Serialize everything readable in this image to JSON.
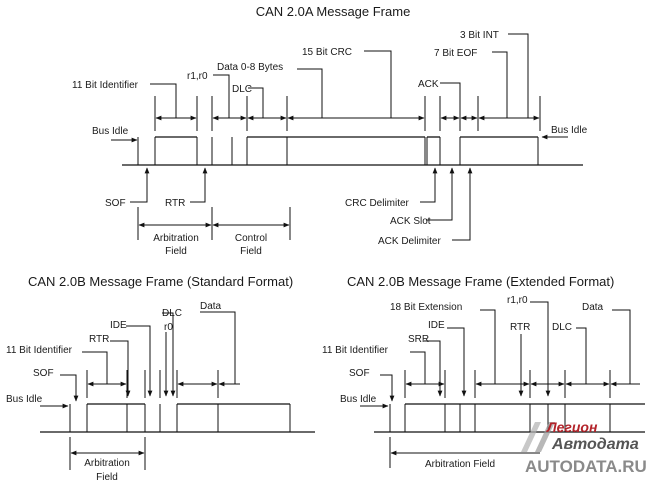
{
  "top": {
    "title": "CAN 2.0A Message Frame",
    "labels": {
      "bus_idle_left": "Bus Idle",
      "bus_idle_right": "Bus Idle",
      "identifier": "11 Bit Identifier",
      "r1r0": "r1,r0",
      "data": "Data 0-8 Bytes",
      "dlc": "DLC",
      "crc": "15 Bit CRC",
      "int": "3 Bit INT",
      "eof": "7 Bit EOF",
      "ack": "ACK",
      "sof": "SOF",
      "rtr": "RTR",
      "arbitration_field": [
        "Arbitration",
        "Field"
      ],
      "control_field": [
        "Control",
        "Field"
      ],
      "crc_delimiter": "CRC Delimiter",
      "ack_slot": "ACK Slot",
      "ack_delimiter": "ACK Delimiter"
    }
  },
  "std": {
    "title": "CAN 2.0B Message Frame (Standard Format)",
    "labels": {
      "identifier": "11 Bit Identifier",
      "sof": "SOF",
      "rtr": "RTR",
      "ide": "IDE",
      "dlc": "DLC",
      "r0": "r0",
      "data": "Data",
      "bus_idle": "Bus Idle",
      "arbitration_field": [
        "Arbitration",
        "Field"
      ]
    }
  },
  "ext": {
    "title": "CAN 2.0B Message Frame (Extended Format)",
    "labels": {
      "extension": "18 Bit Extension",
      "r1r0": "r1,r0",
      "data": "Data",
      "ide": "IDE",
      "rtr": "RTR",
      "srr": "SRR",
      "dlc": "DLC",
      "identifier": "11 Bit Identifier",
      "sof": "SOF",
      "bus_idle": "Bus Idle",
      "arbitration_field": "Arbitration Field"
    }
  },
  "watermark": {
    "line1": "Легион",
    "line2": "Автодата",
    "line3": "AUTODATA.RU"
  }
}
